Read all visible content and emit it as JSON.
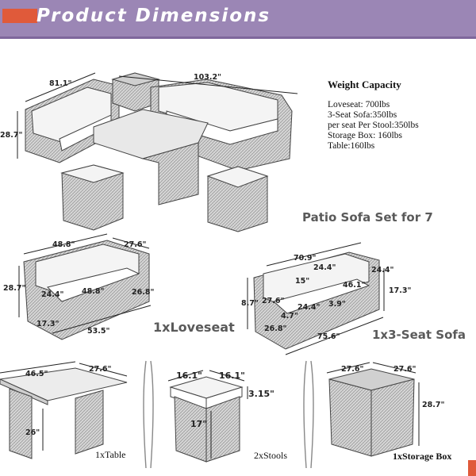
{
  "header": {
    "title": "Product Dimensions",
    "accent_color": "#9b86b5",
    "corner_color": "#e05a3a"
  },
  "weight_capacity": {
    "title": "Weight Capacity",
    "lines": [
      "Loveseat: 700lbs",
      "3-Seat Sofa:350lbs",
      "per seat Per Stool:350lbs",
      "Storage Box: 160lbs",
      "Table:160lbs"
    ]
  },
  "captions": {
    "set": "Patio Sofa Set for 7",
    "loveseat": "1xLoveseat",
    "sofa": "1x3-Seat Sofa",
    "table": "1xTable",
    "stools": "2xStools",
    "storage_box": "1xStorage Box"
  },
  "dimensions": {
    "set": {
      "depth": "81.1\"",
      "width": "103.2\"",
      "height": "28.7\""
    },
    "loveseat": {
      "width": "48.8\"",
      "depth": "27.6\"",
      "height": "28.7\"",
      "seat_depth": "24.4\"",
      "seat_width": "48.8\"",
      "arm_height": "26.8\"",
      "seat_height": "17.3\"",
      "total_width": "53.5\""
    },
    "sofa": {
      "width": "70.9\"",
      "depth": "24.4\"",
      "depth_right": "24.4\"",
      "back": "15\"",
      "seat_width": "46.1\"",
      "height_left": "8.7\"",
      "height_right": "17.3\"",
      "arm_depth": "27.6\"",
      "arm": "4.7\"",
      "seat": "24.4\"",
      "inner": "3.9\"",
      "side_height": "26.8\"",
      "total_width": "75.6\""
    },
    "table": {
      "length": "46.5\"",
      "width": "27.6\"",
      "height": "26\""
    },
    "stool": {
      "width_a": "16.1\"",
      "width_b": "16.1\"",
      "cushion": "3.15\"",
      "height": "17\""
    },
    "storage_box": {
      "width_a": "27.6\"",
      "width_b": "27.6\"",
      "height": "28.7\""
    }
  }
}
